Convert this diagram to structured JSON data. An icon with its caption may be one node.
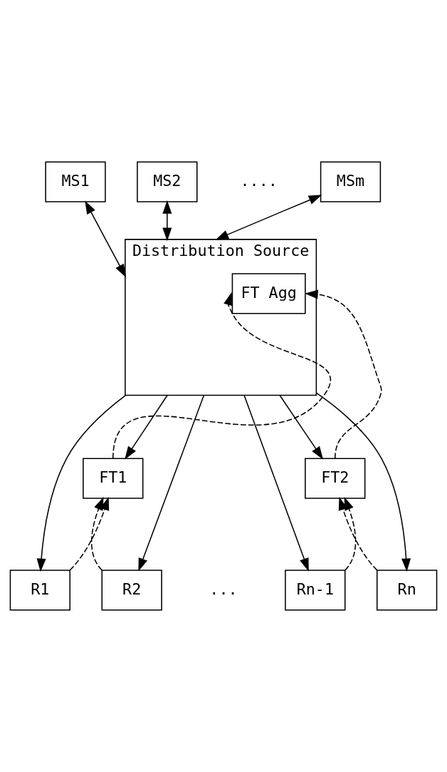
{
  "diagram": {
    "nodes": [
      {
        "text": [
          "MS1"
        ]
      },
      {
        "text": [
          "MS2"
        ]
      },
      {
        "text": [
          "MSm"
        ]
      },
      {
        "text": [
          "Distribution Source"
        ]
      },
      {
        "text": [
          "FT Agg"
        ],
        "in": 3
      },
      {
        "text": [
          "FT1"
        ]
      },
      {
        "text": [
          "FT2"
        ]
      },
      {
        "text": [
          "R1"
        ]
      },
      {
        "text": [
          "R2"
        ]
      },
      {
        "text": [
          "Rn-1"
        ]
      },
      {
        "text": [
          "Rn"
        ]
      }
    ],
    "edges": [
      {
        "from": 0,
        "to": 3,
        "arrow": "both"
      },
      {
        "from": 1,
        "to": 3,
        "arrow": "both"
      },
      {
        "from": 2,
        "to": 3,
        "arrow": "both"
      },
      {
        "from": 3,
        "to": 5,
        "arrow": "to"
      },
      {
        "from": 3,
        "to": 6,
        "arrow": "to"
      },
      {
        "from": 3,
        "to": 7,
        "arrow": "to"
      },
      {
        "from": 3,
        "to": 8,
        "arrow": "to"
      },
      {
        "from": 3,
        "to": 9,
        "arrow": "to"
      },
      {
        "from": 3,
        "to": 10,
        "arrow": "to"
      },
      {
        "from": 5,
        "to": 4,
        "arrow": "to",
        "style": "dashed"
      },
      {
        "from": 6,
        "to": 4,
        "arrow": "to",
        "style": "dashed"
      },
      {
        "from": 7,
        "to": 5,
        "arrow": "to",
        "style": "dashed"
      },
      {
        "from": 8,
        "to": 5,
        "arrow": "to",
        "style": "dashed"
      },
      {
        "from": 9,
        "to": 6,
        "arrow": "to",
        "style": "dashed"
      },
      {
        "from": 10,
        "to": 6,
        "arrow": "to",
        "style": "dashed"
      }
    ],
    "labels": [
      "....",
      "..."
    ]
  }
}
